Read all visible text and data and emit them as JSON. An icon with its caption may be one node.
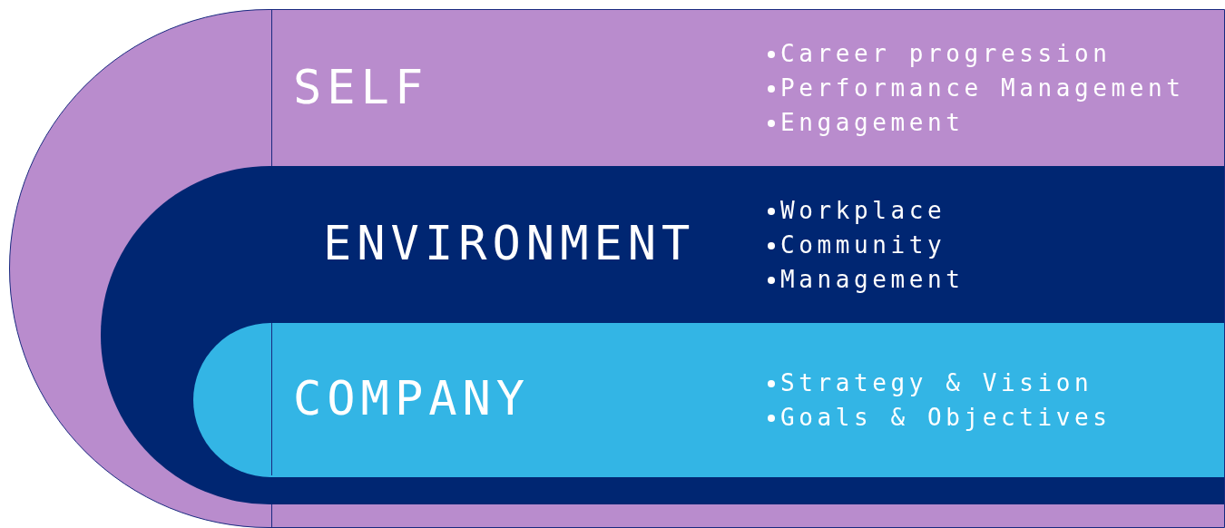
{
  "diagram": {
    "nodes": [
      {
        "text": [
          "SELF",
          "Career progression",
          "Performance Management",
          "Engagement"
        ]
      },
      {
        "text": [
          "ENVIRONMENT",
          "Workplace",
          "Community",
          "Management"
        ],
        "in": 0
      },
      {
        "text": [
          "COMPANY",
          "Strategy & Vision",
          "Goals & Objectives"
        ],
        "in": 1
      }
    ]
  }
}
